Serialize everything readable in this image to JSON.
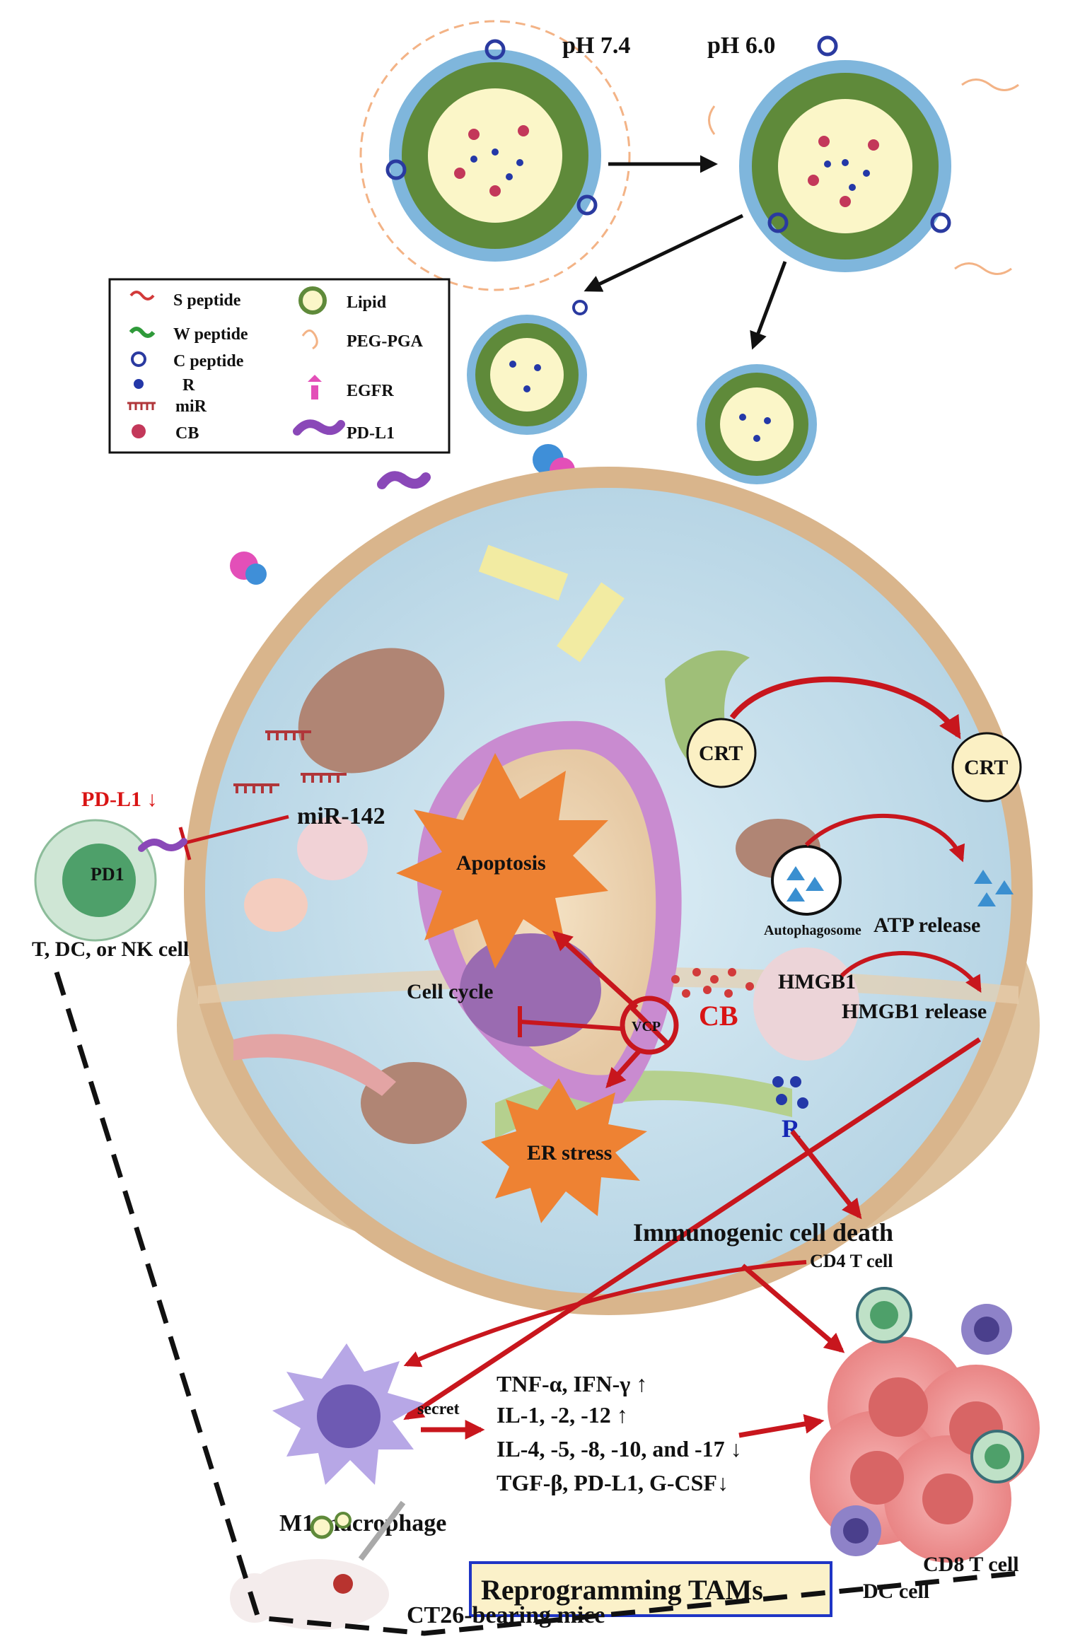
{
  "ph": {
    "neutral": "pH 7.4",
    "acidic": "pH 6.0"
  },
  "legend": {
    "s_peptide": "S peptide",
    "w_peptide": "W peptide",
    "c_peptide": "C peptide",
    "r": "R",
    "mir": "miR",
    "cb": "CB",
    "lipid": "Lipid",
    "peg_pga": "PEG-PGA",
    "egfr": "EGFR",
    "pd_l1": "PD-L1"
  },
  "cell": {
    "pd_l1_down": "PD-L1 ↓",
    "pd1": "PD1",
    "effector_cell": "T, DC, or NK cell",
    "mir142": "miR-142",
    "apoptosis": "Apoptosis",
    "cell_cycle": "Cell cycle",
    "vcp": "VCP",
    "cb": "CB",
    "er_stress": "ER stress",
    "r": "R",
    "crt_inner": "CRT",
    "crt_outer": "CRT",
    "autophagosome": "Autophagosome",
    "atp_release": "ATP release",
    "hmgb1": "HMGB1",
    "hmgb1_release": "HMGB1 release"
  },
  "bottom": {
    "icd": "Immunogenic cell death",
    "cd4": "CD4 T cell",
    "secret": "secret",
    "cytokines": [
      "TNF-α, IFN-γ ↑",
      "IL-1, -2, -12 ↑",
      "IL-4, -5, -8, -10,  and -17 ↓",
      "TGF-β, PD-L1, G-CSF↓"
    ],
    "m1": "M1 macrophage",
    "cd8": "CD8 T cell",
    "dc": "DC cell",
    "reprogramming": "Reprogramming TAMs",
    "mice": "CT26-bearing mice"
  },
  "colors": {
    "arrow_red": "#c8161d",
    "cytoplasm": "#c9e0ec",
    "membrane": "#d9b58c",
    "nucleus_envelope": "#c98bd0",
    "starburst": "#ee8233",
    "lipid_core": "#fbf6c8",
    "peg": "#f3b386",
    "macrophage": "#b7a7e6",
    "tumor": "#f3a0a0"
  }
}
